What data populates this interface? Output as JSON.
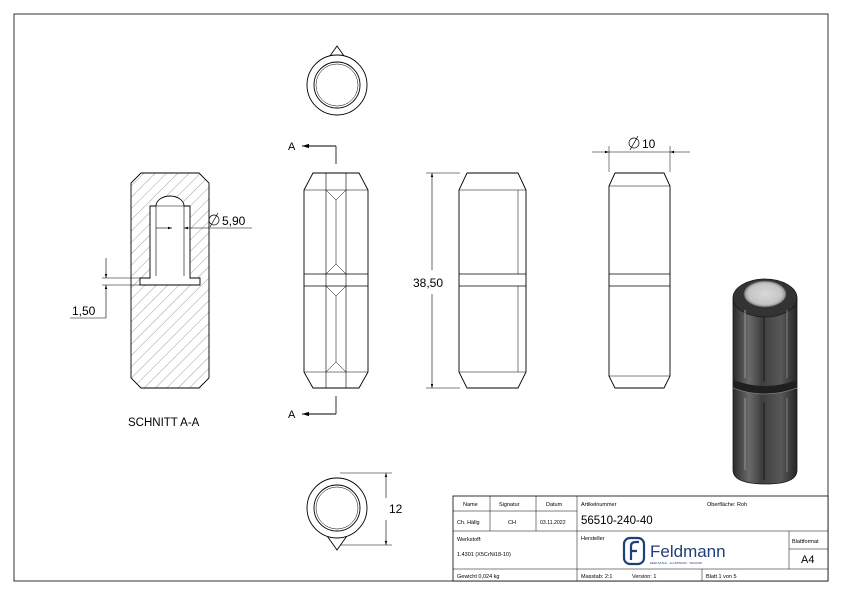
{
  "drawing": {
    "section_label": "SCHNITT A-A",
    "cut_marker_top": "A",
    "cut_marker_bottom": "A",
    "dim_bore": "5,90",
    "dim_offset": "1,50",
    "dim_length": "38,50",
    "dim_diameter": "10",
    "dim_width": "12"
  },
  "title_block": {
    "col_name": "Name",
    "col_signatur": "Signatur",
    "col_datum": "Datum",
    "name_value": "Ch. Hällg",
    "signatur_value": "CH",
    "datum_value": "03.11.2022",
    "werkstoff_label": "Werkstoff:",
    "werkstoff_value": "1.4301 (X5CrNi18-10)",
    "gewicht": "Gewicht 0,024 kg",
    "artikelnummer_label": "Artikelnummer",
    "artikelnummer_value": "56510-240-40",
    "oberflaeche": "Oberfläche: Roh",
    "hersteller_label": "Hersteller",
    "brand_name": "Feldmann",
    "brand_tagline": "EDELSTAHL · ALUMINIUM · TECHNIK",
    "blattformat_label": "Blattformat",
    "blattformat_value": "A4",
    "massstab": "Masstab: 2:1",
    "version": "Version: 1",
    "blatt": "Blatt 1 von 5"
  }
}
